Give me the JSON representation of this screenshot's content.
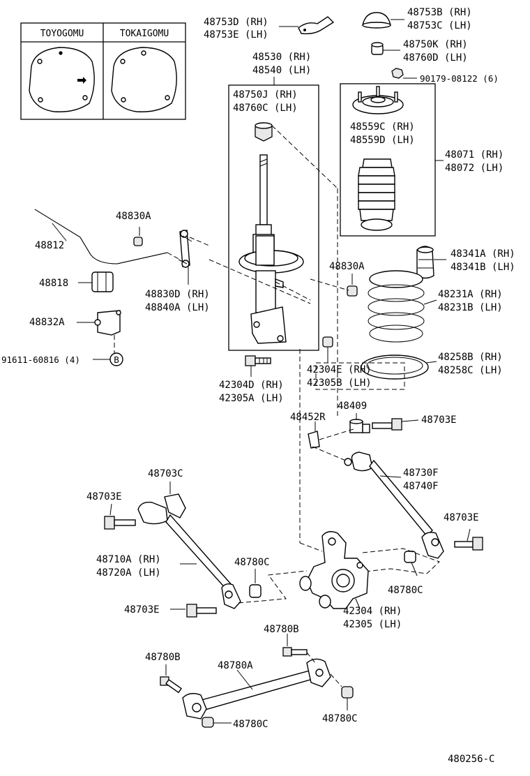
{
  "diagram_id": "480256-C",
  "inset": {
    "columns": [
      "TOYOGOMU",
      "TOKAIGOMU"
    ]
  },
  "callouts": {
    "c48753d": [
      "48753D (RH)",
      "48753E (LH)"
    ],
    "c48753b": [
      "48753B (RH)",
      "48753C (LH)"
    ],
    "c48750k": [
      "48750K (RH)",
      "48760D (LH)"
    ],
    "c90179": "90179-08122 (6)",
    "c48530": [
      "48530 (RH)",
      "48540 (LH)"
    ],
    "c48750j": [
      "48750J (RH)",
      "48760C (LH)"
    ],
    "c48559c": [
      "48559C (RH)",
      "48559D (LH)"
    ],
    "c48071": [
      "48071 (RH)",
      "48072 (LH)"
    ],
    "c48830a_top": "48830A",
    "c48812": "48812",
    "c48341a": [
      "48341A (RH)",
      "48341B (LH)"
    ],
    "c48830a_mid": "48830A",
    "c48818": "48818",
    "c48830d": [
      "48830D (RH)",
      "48840A (LH)"
    ],
    "c48231a": [
      "48231A (RH)",
      "48231B (LH)"
    ],
    "c48832a": "48832A",
    "c91611": "91611-60816 (4)",
    "c_b": "B",
    "c48258b": [
      "48258B (RH)",
      "48258C (LH)"
    ],
    "c42304e": [
      "42304E (RH)",
      "42305B (LH)"
    ],
    "c42304d": [
      "42304D (RH)",
      "42305A (LH)"
    ],
    "c48409": "48409",
    "c48452r": "48452R",
    "c48703e_a": "48703E",
    "c48703c": "48703C",
    "c48730f": [
      "48730F",
      "48740F"
    ],
    "c48703e_b": "48703E",
    "c48703e_c": "48703E",
    "c48710a": [
      "48710A (RH)",
      "48720A (LH)"
    ],
    "c48780c_a": "48780C",
    "c48780c_b": "48780C",
    "c48703e_d": "48703E",
    "c42304": [
      "42304 (RH)",
      "42305 (LH)"
    ],
    "c48780b_a": "48780B",
    "c48780b_b": "48780B",
    "c48780a": "48780A",
    "c48780c_c": "48780C",
    "c48780c_d": "48780C"
  }
}
